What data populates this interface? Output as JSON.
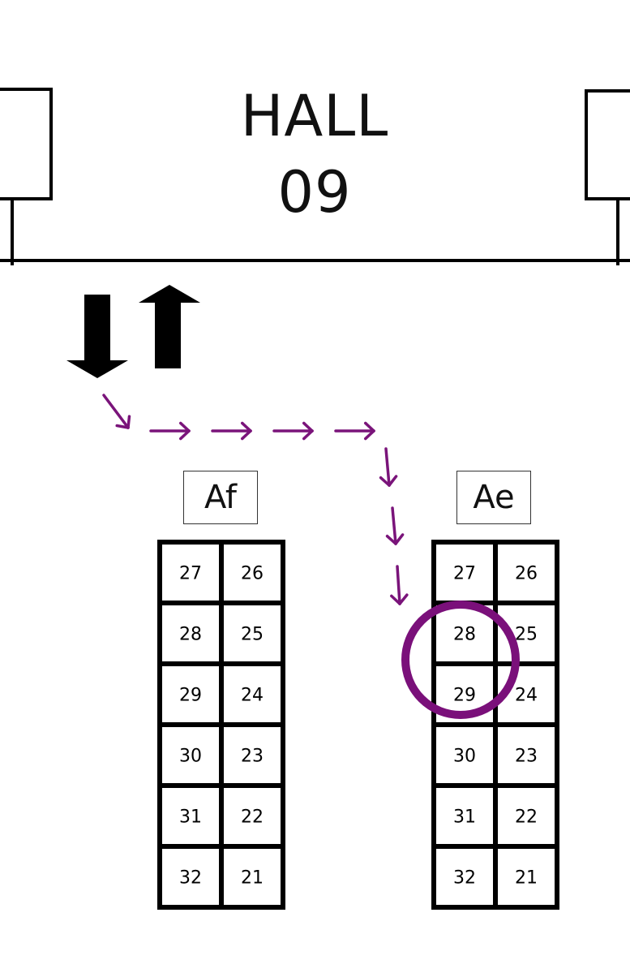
{
  "hall": {
    "title": "HALL",
    "number": "09"
  },
  "colors": {
    "ink": "#000000",
    "route": "#7a147a",
    "highlight": "#7a107a"
  },
  "entrance": {
    "icons": [
      "arrow-down-icon",
      "arrow-up-icon"
    ]
  },
  "zones": [
    {
      "id": "Af",
      "label": "Af",
      "rows": [
        [
          "27",
          "26"
        ],
        [
          "28",
          "25"
        ],
        [
          "29",
          "24"
        ],
        [
          "30",
          "23"
        ],
        [
          "31",
          "22"
        ],
        [
          "32",
          "21"
        ]
      ]
    },
    {
      "id": "Ae",
      "label": "Ae",
      "rows": [
        [
          "27",
          "26"
        ],
        [
          "28",
          "25"
        ],
        [
          "29",
          "24"
        ],
        [
          "30",
          "23"
        ],
        [
          "31",
          "22"
        ],
        [
          "32",
          "21"
        ]
      ]
    }
  ],
  "highlight": {
    "zone": "Ae",
    "seats": [
      "28",
      "29"
    ]
  },
  "route": {
    "direction": "from entrance, right along the hall, then down to zone Ae"
  }
}
